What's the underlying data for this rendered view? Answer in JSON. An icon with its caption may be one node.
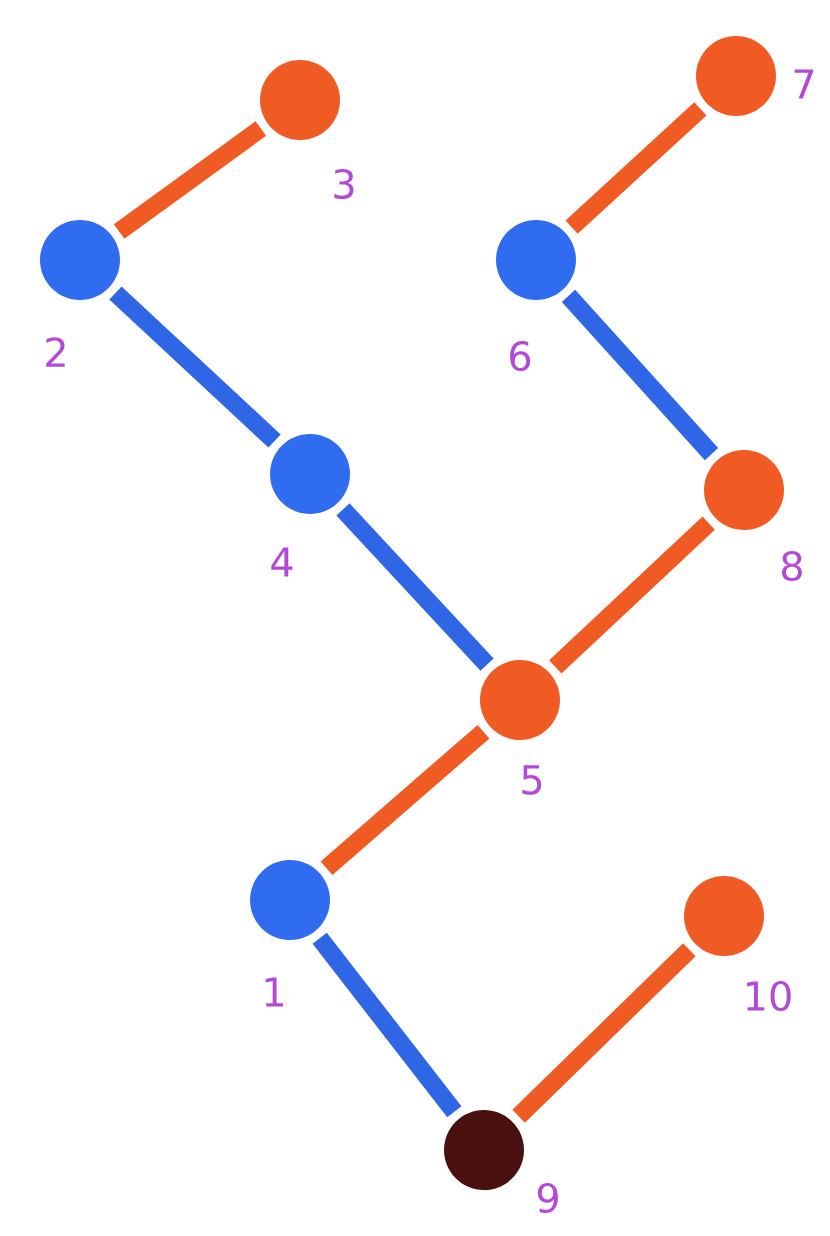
{
  "diagram": {
    "nodes": [
      {
        "text": [],
        "shape": "circle",
        "beside": [
          "3"
        ]
      },
      {
        "text": [],
        "shape": "circle",
        "beside": [
          "7"
        ]
      },
      {
        "text": [],
        "shape": "circle",
        "beside": [
          "2"
        ]
      },
      {
        "text": [],
        "shape": "circle",
        "beside": [
          "6"
        ]
      },
      {
        "text": [],
        "shape": "circle",
        "beside": [
          "4"
        ]
      },
      {
        "text": [],
        "shape": "circle",
        "beside": [
          "8"
        ]
      },
      {
        "text": [],
        "shape": "circle",
        "beside": [
          "5"
        ]
      },
      {
        "text": [],
        "shape": "circle",
        "beside": [
          "1"
        ]
      },
      {
        "text": [],
        "shape": "circle",
        "beside": [
          "10"
        ]
      },
      {
        "text": [],
        "shape": "circle",
        "beside": [
          "9"
        ]
      }
    ],
    "edges": [
      {
        "from": 0,
        "to": 2,
        "arrow": "none"
      },
      {
        "from": 2,
        "to": 4,
        "arrow": "none",
        "color": "#2f66e6"
      },
      {
        "from": 4,
        "to": 6,
        "arrow": "none",
        "color": "#2f66e6"
      },
      {
        "from": 6,
        "to": 5,
        "arrow": "none"
      },
      {
        "from": 5,
        "to": 3,
        "arrow": "none",
        "color": "#2f66e6"
      },
      {
        "from": 3,
        "to": 1,
        "arrow": "none"
      },
      {
        "from": 6,
        "to": 7,
        "arrow": "none"
      },
      {
        "from": 7,
        "to": 9,
        "arrow": "none",
        "color": "#2f66e6"
      },
      {
        "from": 9,
        "to": 8,
        "arrow": "none"
      }
    ]
  }
}
